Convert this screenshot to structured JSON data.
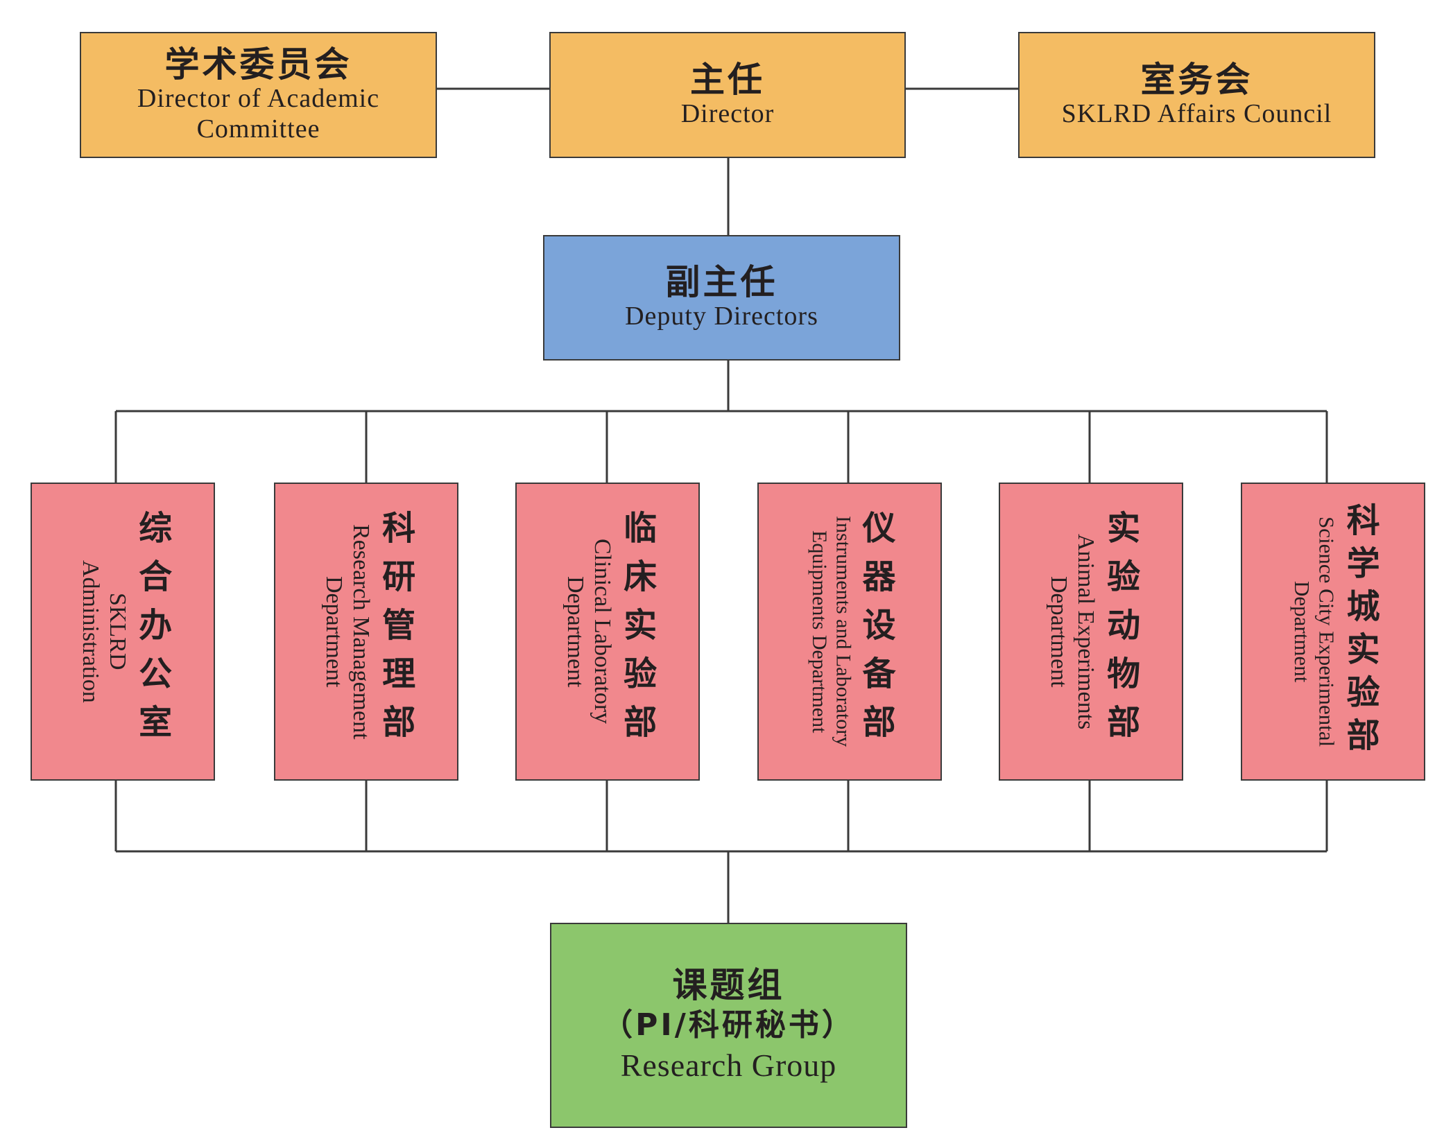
{
  "top": {
    "academic": {
      "cn": "学术委员会",
      "en_line1": "Director of Academic",
      "en_line2": "Committee"
    },
    "director": {
      "cn": "主任",
      "en": "Director"
    },
    "affairs": {
      "cn": "室务会",
      "en": "SKLRD Affairs Council"
    }
  },
  "deputy": {
    "cn": "副主任",
    "en": "Deputy Directors"
  },
  "departments": [
    {
      "cn": "综合办公室",
      "en_lines": [
        "SKLRD",
        "Administration"
      ]
    },
    {
      "cn": "科研管理部",
      "en_lines": [
        "Research Management",
        "Department"
      ]
    },
    {
      "cn": "临床实验部",
      "en_lines": [
        "Clinical Laboratory",
        "Department"
      ]
    },
    {
      "cn": "仪器设备部",
      "en_lines": [
        "Instruments and Laboratory",
        "Equipments Department"
      ]
    },
    {
      "cn": "实验动物部",
      "en_lines": [
        "Animal Experiments",
        "Department"
      ]
    },
    {
      "cn": "科学城实验部",
      "en_lines": [
        "Science City Experimental",
        "Department"
      ]
    }
  ],
  "research_group": {
    "cn": "课题组",
    "cn_sub": "（PI/科研秘书）",
    "en": "Research Group"
  },
  "colors": {
    "top_fill": "#f4bc63",
    "deputy_fill": "#7ba4d9",
    "dept_fill": "#f1888d",
    "group_fill": "#8cc66c",
    "line": "#3a3a3a"
  }
}
